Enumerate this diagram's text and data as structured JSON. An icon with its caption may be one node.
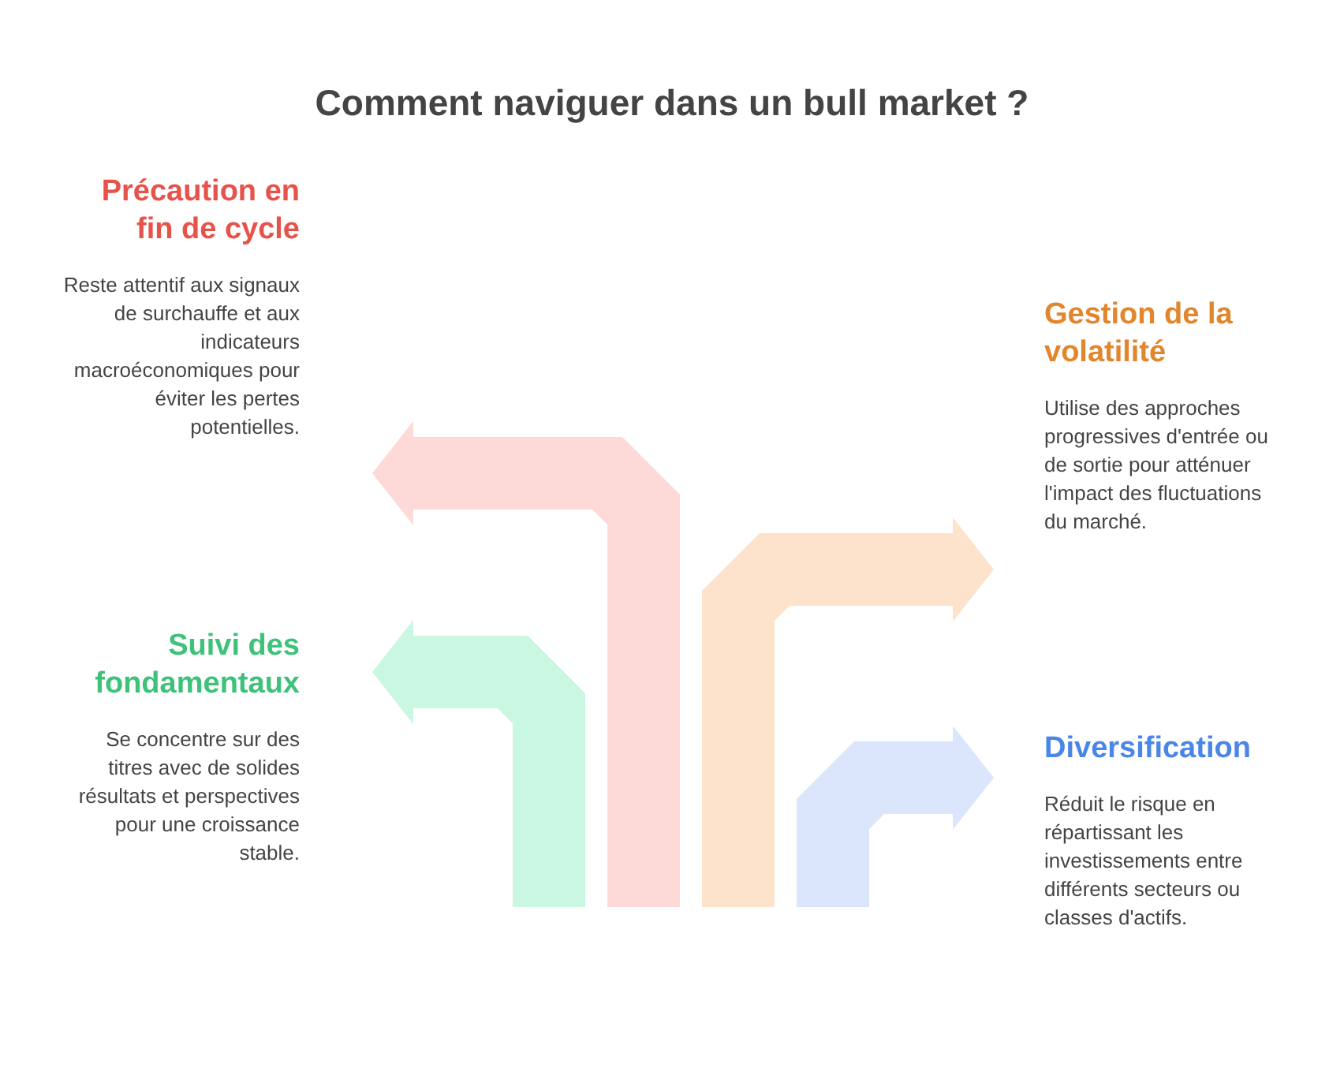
{
  "diagram": {
    "title": "Comment naviguer dans un bull market ?",
    "nodes": [
      {
        "text": [
          "Précaution en fin de cycle",
          "Reste attentif aux signaux de surchauffe et aux indicateurs macroéconomiques pour éviter les pertes potentielles."
        ]
      },
      {
        "text": [
          "Gestion de la volatilité",
          "Utilise des approches progressives d'entrée ou de sortie pour atténuer l'impact des fluctuations du marché."
        ]
      },
      {
        "text": [
          "Suivi des fondamentaux",
          "Se concentre sur des titres avec de solides résultats et perspectives pour une croissance stable."
        ]
      },
      {
        "text": [
          "Diversification",
          "Réduit le risque en répartissant les investissements entre différents secteurs ou classes d'actifs."
        ]
      }
    ],
    "edges": [
      {
        "from": null,
        "to": 0,
        "arrow": "to",
        "color": "#fdd9d7"
      },
      {
        "from": null,
        "to": 1,
        "arrow": "to",
        "color": "#fde3cc"
      },
      {
        "from": null,
        "to": 2,
        "arrow": "to",
        "color": "#c9f7e1"
      },
      {
        "from": null,
        "to": 3,
        "arrow": "to",
        "color": "#dbe6fc"
      }
    ]
  }
}
